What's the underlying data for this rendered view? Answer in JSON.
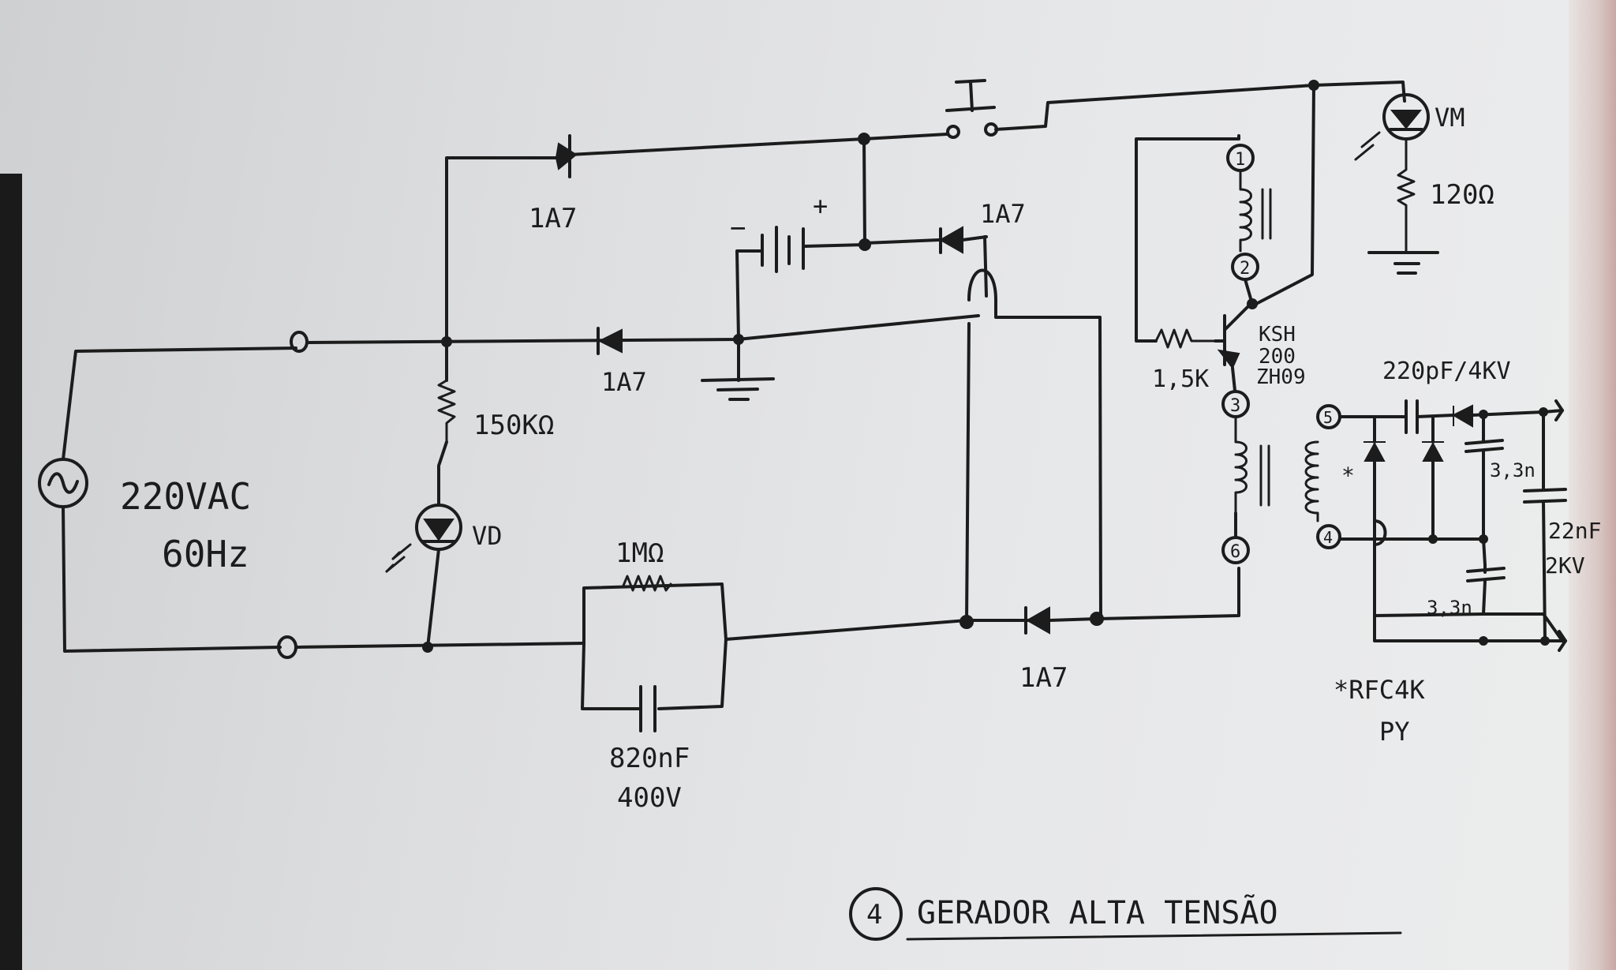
{
  "labels": {
    "source_voltage": "220VAC",
    "source_freq": "60Hz",
    "diode_top": "1A7",
    "diode_batt": "1A7",
    "diode_mid": "1A7",
    "diode_bottom": "1A7",
    "resistor_150k": "150KΩ",
    "led_vd": "VD",
    "resistor_1m": "1MΩ",
    "cap_820n_value": "820nF",
    "cap_820n_voltage": "400V",
    "battery_minus": "−",
    "battery_plus": "+",
    "resistor_1k5": "1,5K",
    "transistor_line1": "KSH",
    "transistor_line2": "200",
    "transistor_line3": "ZH09",
    "coil_pin1": "1",
    "coil_pin2": "2",
    "coil_pin3": "3",
    "coil_pin6": "6",
    "led_vm": "VM",
    "resistor_120": "120Ω",
    "cap_220p": "220pF/4KV",
    "pin5": "5",
    "pin4": "4",
    "rfc_marker": "*",
    "cap_3n3_a": "3,3n",
    "cap_3n3_b": "3,3n",
    "cap_22n_value": "22nF",
    "cap_22n_voltage": "2KV",
    "rfc_note_line1": "*RFC4K",
    "rfc_note_line2": "PY",
    "title_number": "4",
    "title": "GERADOR ALTA TENSÃO"
  },
  "colors": {
    "ink": "#1c1c1c",
    "paper": "#e6e7e9"
  }
}
